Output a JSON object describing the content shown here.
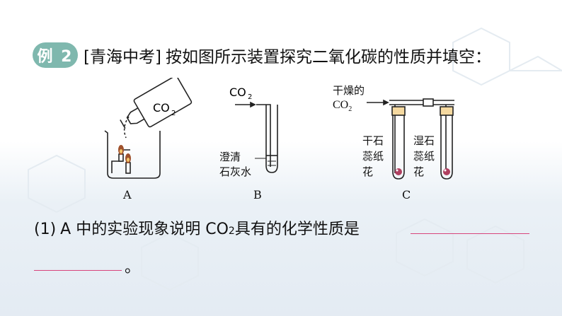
{
  "question": {
    "badge": "例 2",
    "source": "[青海中考]",
    "text": "按如图所示装置探究二氧化碳的性质并填空："
  },
  "figure": {
    "A": {
      "label": "A",
      "bottle_text": "CO",
      "bottle_sub": "2"
    },
    "B": {
      "label": "B",
      "gas_text": "CO",
      "gas_sub": "2",
      "liquid_line1": "澄清",
      "liquid_line2": "石灰水"
    },
    "C": {
      "label": "C",
      "gas_line1": "干燥的",
      "gas_line2": "CO",
      "gas_sub": "2",
      "left_line1": "干石",
      "left_line2": "蕊纸",
      "left_line3": "花",
      "right_line1": "湿石",
      "right_line2": "蕊纸",
      "right_line3": "花"
    }
  },
  "q1": {
    "number": "(1)",
    "text_a": "A 中的实验现象说明 CO",
    "sub": "2",
    "text_b": " 具有的化学性质是",
    "end": "。"
  },
  "colors": {
    "badge": "#7fb8ae",
    "blank_line": "#d7447c"
  }
}
